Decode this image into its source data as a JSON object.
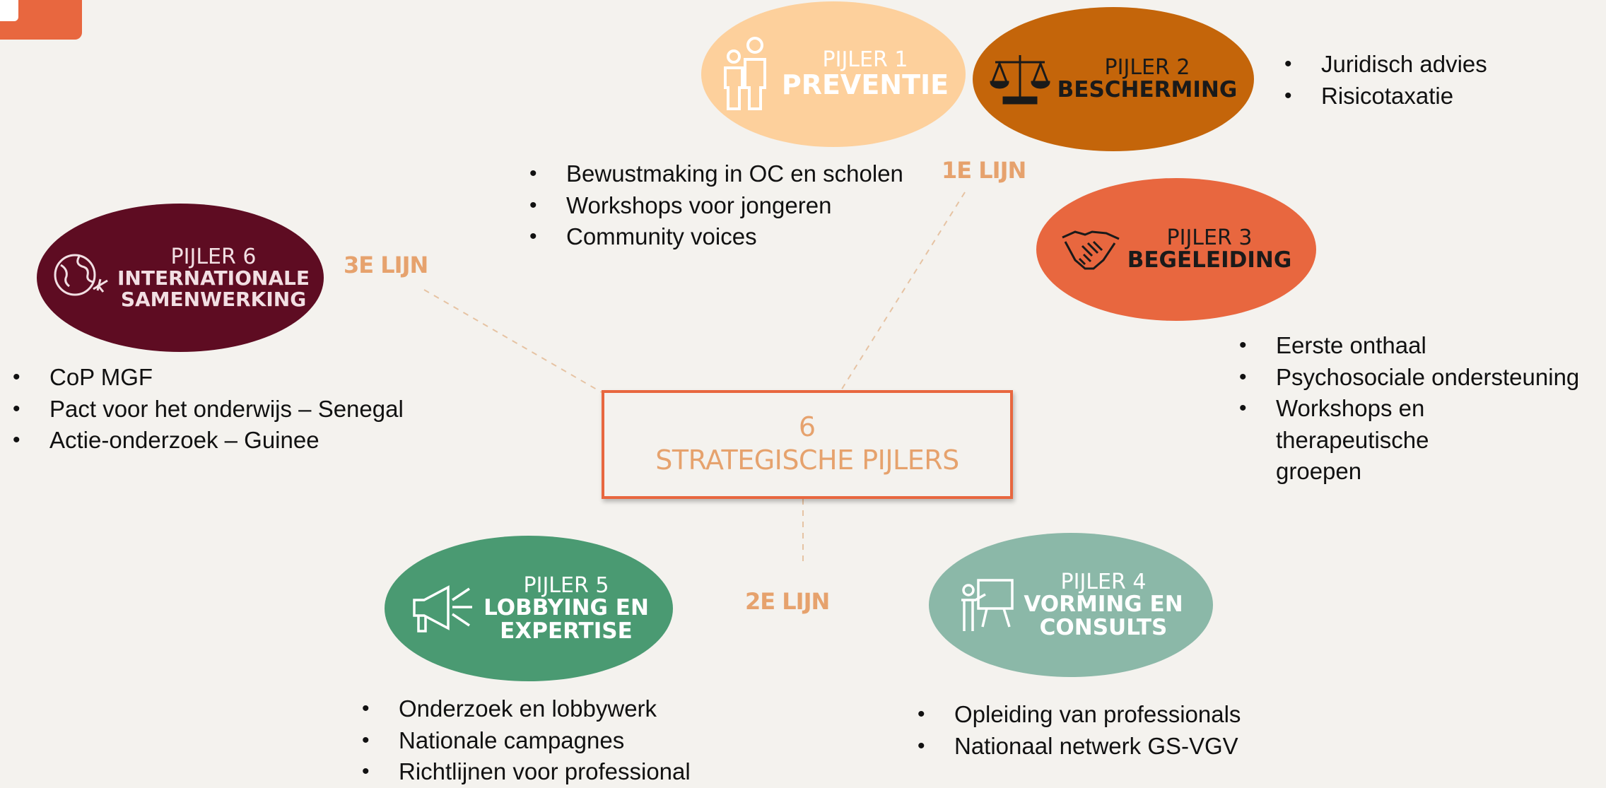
{
  "center": {
    "number": "6",
    "title": "STRATEGISCHE PIJLERS"
  },
  "line_labels": {
    "first": "1E LIJN",
    "second": "2E LIJN",
    "third": "3E LIJN"
  },
  "pillars": [
    {
      "number": "PIJLER 1",
      "name": "PREVENTIE",
      "icon": "people-icon",
      "color": "#fdd09c",
      "items": [
        "Bewustmaking in OC en scholen",
        "Workshops voor jongeren",
        "Community voices"
      ]
    },
    {
      "number": "PIJLER 2",
      "name": "BESCHERMING",
      "icon": "scales-icon",
      "color": "#c4650a",
      "items": [
        "Juridisch advies",
        "Risicotaxatie"
      ]
    },
    {
      "number": "PIJLER 3",
      "name": "BEGELEIDING",
      "icon": "handshake-icon",
      "color": "#e8673f",
      "items": [
        "Eerste onthaal",
        "Psychosociale ondersteuning",
        "Workshops en therapeutische groepen"
      ]
    },
    {
      "number": "PIJLER 4",
      "name_line1": "VORMING EN",
      "name_line2": "CONSULTS",
      "icon": "presenter-icon",
      "color": "#8bb8a8",
      "items": [
        "Opleiding van professionals",
        "Nationaal netwerk GS-VGV"
      ]
    },
    {
      "number": "PIJLER 5",
      "name_line1": "LOBBYING EN",
      "name_line2": "EXPERTISE",
      "icon": "megaphone-icon",
      "color": "#4a9a72",
      "items": [
        "Onderzoek en lobbywerk",
        "Nationale campagnes",
        "Richtlijnen voor professional"
      ]
    },
    {
      "number": "PIJLER 6",
      "name_line1": "INTERNATIONALE",
      "name_line2": "SAMENWERKING",
      "icon": "globe-icon",
      "color": "#5e0c22",
      "items": [
        "CoP MGF",
        "Pact voor het onderwijs – Senegal",
        "Actie-onderzoek – Guinee"
      ]
    }
  ]
}
